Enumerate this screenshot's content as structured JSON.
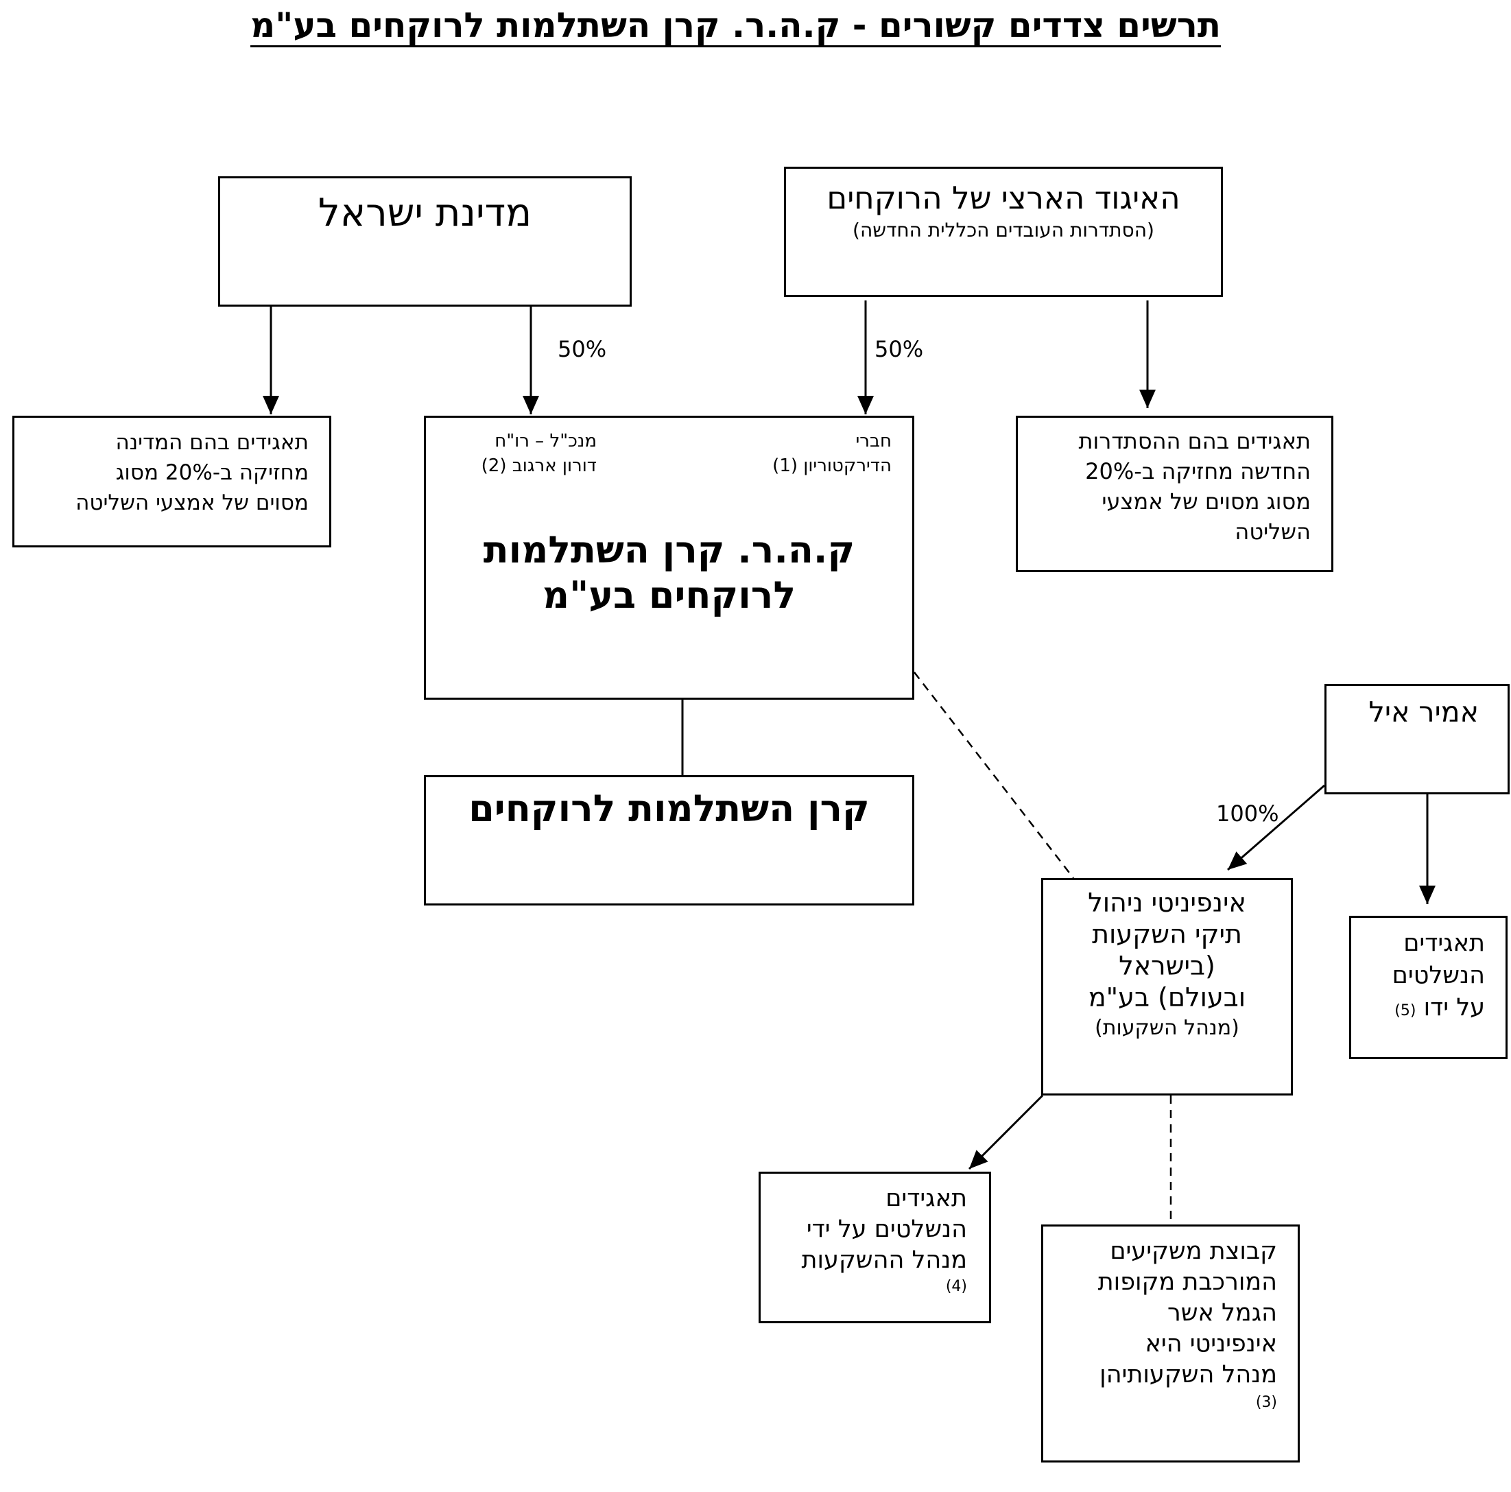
{
  "title": "תרשים צדדים קשורים - ק.ה.ר. קרן השתלמות לרוקחים בע\"מ",
  "nodes": {
    "israel": {
      "name": "מדינת ישראל"
    },
    "union": {
      "name": "האיגוד הארצי של הרוקחים",
      "sub": "(הסתדרות העובדים הכללית החדשה)"
    },
    "state_holdings": {
      "lines": [
        "תאגידים בהם המדינה",
        "מחזיקה ב-20% מסוג",
        "מסוים של אמצעי השליטה"
      ]
    },
    "histadrut_holdings": {
      "lines": [
        "תאגידים בהם ההסתדרות",
        "החדשה מחזיקה ב-20%",
        "מסוג מסוים של אמצעי",
        "השליטה"
      ]
    },
    "company": {
      "name_lines": [
        "ק.ה.ר. קרן השתלמות",
        "לרוקחים בע\"מ"
      ],
      "board_lines": [
        "חברי",
        "הדירקטוריון (1)"
      ],
      "ceo_lines": [
        "מנכ\"ל – רו\"ח",
        "דורון ארגוב (2)"
      ]
    },
    "fund": {
      "name": "קרן השתלמות לרוקחים"
    },
    "amir": {
      "name": "אמיר איל"
    },
    "infinity": {
      "lines": [
        "אינפיניטי ניהול",
        "תיקי השקעות",
        "(בישראל",
        "ובעולם) בע\"מ"
      ],
      "sub": "(מנהל השקעות)"
    },
    "amir_controlled": {
      "lines": [
        "תאגידים",
        "הנשלטים",
        "על ידו"
      ],
      "note": "(5)"
    },
    "manager_controlled": {
      "lines": [
        "תאגידים",
        "הנשלטים על ידי",
        "מנהל ההשקעות"
      ],
      "note": "(4)"
    },
    "investors": {
      "lines": [
        "קבוצת משקיעים",
        "המורכבת מקופות",
        "הגמל אשר",
        "אינפיניטי היא",
        "מנהל השקעותיהן"
      ],
      "note": "(3)"
    }
  },
  "edges": {
    "israel_company": "50%",
    "union_company": "50%",
    "amir_infinity": "100%"
  }
}
